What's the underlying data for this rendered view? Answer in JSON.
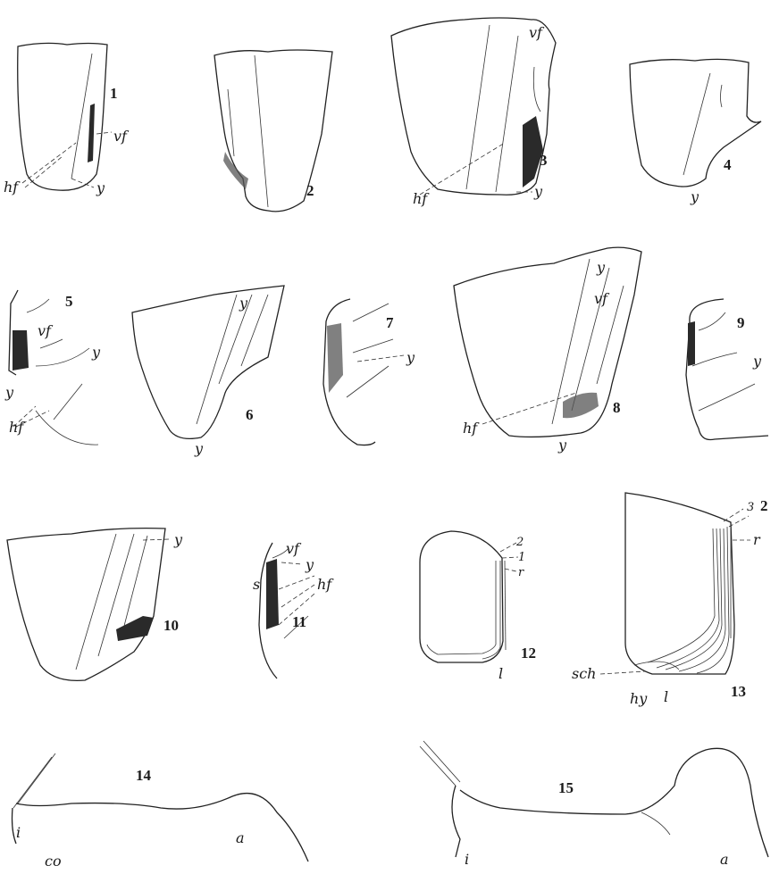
{
  "figures": [
    {
      "number": "1",
      "labels": [
        "vf",
        "hf",
        "y"
      ]
    },
    {
      "number": "2",
      "labels": []
    },
    {
      "number": "3",
      "labels": [
        "vf",
        "hf",
        "y"
      ]
    },
    {
      "number": "4",
      "labels": [
        "y"
      ]
    },
    {
      "number": "5",
      "labels": [
        "vf",
        "y",
        "y",
        "hf"
      ]
    },
    {
      "number": "6",
      "labels": [
        "y",
        "y"
      ]
    },
    {
      "number": "7",
      "labels": [
        "y"
      ]
    },
    {
      "number": "8",
      "labels": [
        "y",
        "vf",
        "hf",
        "y"
      ]
    },
    {
      "number": "9",
      "labels": [
        "y"
      ]
    },
    {
      "number": "10",
      "labels": [
        "y"
      ]
    },
    {
      "number": "11",
      "labels": [
        "vf",
        "y",
        "s",
        "hf"
      ]
    },
    {
      "number": "12",
      "labels": [
        "2",
        "1",
        "r",
        "l"
      ]
    },
    {
      "number": "13",
      "labels": [
        "3",
        "2",
        "r",
        "sch",
        "hy",
        "l"
      ]
    },
    {
      "number": "14",
      "labels": [
        "i",
        "co",
        "a"
      ]
    },
    {
      "number": "15",
      "labels": [
        "i",
        "a"
      ]
    }
  ]
}
